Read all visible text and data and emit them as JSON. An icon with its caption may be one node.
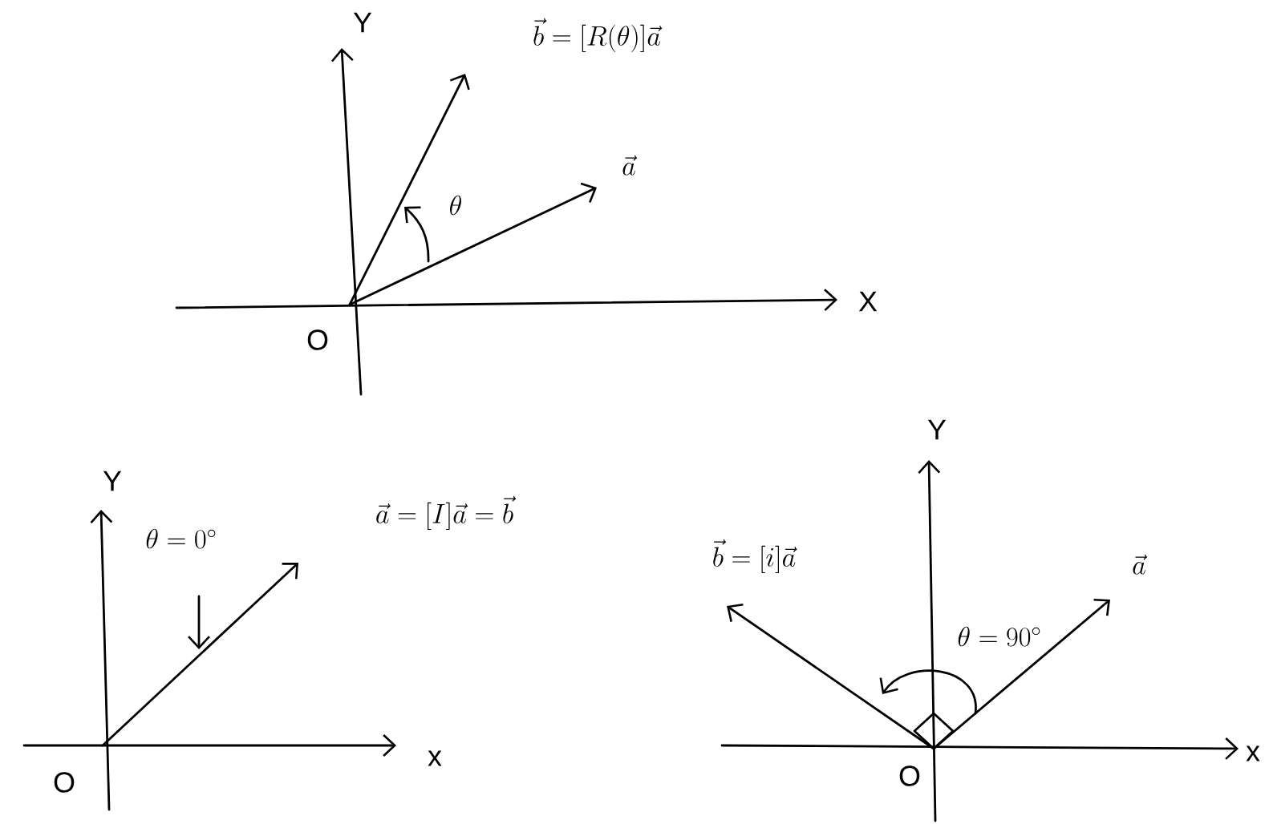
{
  "diagram": {
    "labels": [
      "Y",
      "\\vec{b} = [R(\\theta)]\\vec{a}",
      "\\vec{a}",
      "\\theta",
      "X",
      "O",
      "Y",
      "\\vec{a} = [I]\\vec{a} = \\vec{b}",
      "\\theta = 0^{\\circ}",
      "x",
      "O",
      "Y",
      "\\vec{b} = [i]\\vec{a}",
      "\\vec{a}",
      "\\theta = 90^{\\circ}",
      "x",
      "O"
    ]
  }
}
